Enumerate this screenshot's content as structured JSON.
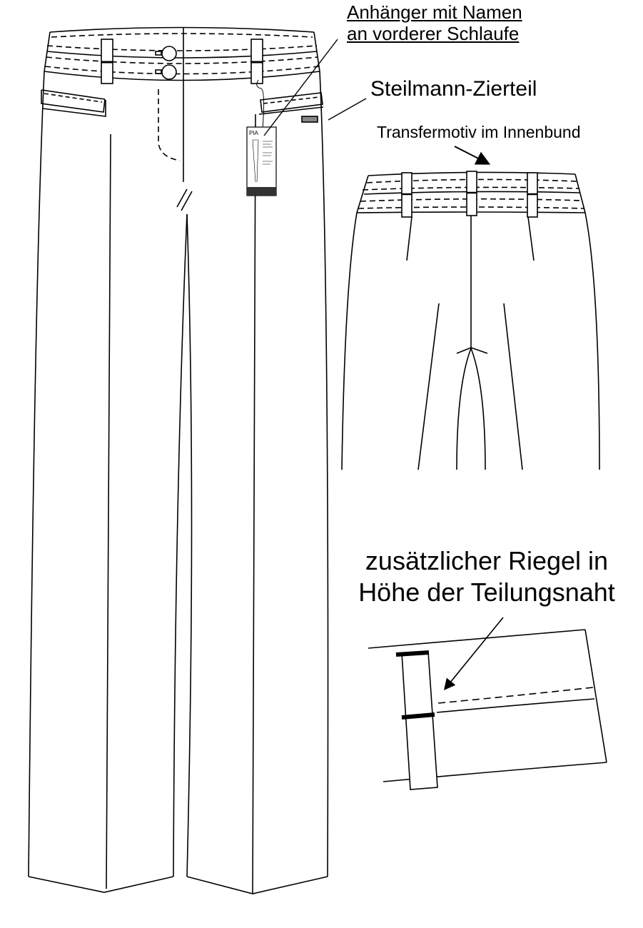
{
  "labels": {
    "tag_line1": "Anhänger mit Namen",
    "tag_line2": "an vorderer Schlaufe",
    "deco_part": "Steilmann-Zierteil",
    "transfer": "Transfermotiv im Innenbund",
    "riegel_line1": "zusätzlicher Riegel in",
    "riegel_line2": "Höhe der Teilungsnaht"
  },
  "hang_tag": {
    "title": "PIA"
  },
  "colors": {
    "line": "#000000",
    "background": "#ffffff",
    "tag_footer": "#333333"
  }
}
